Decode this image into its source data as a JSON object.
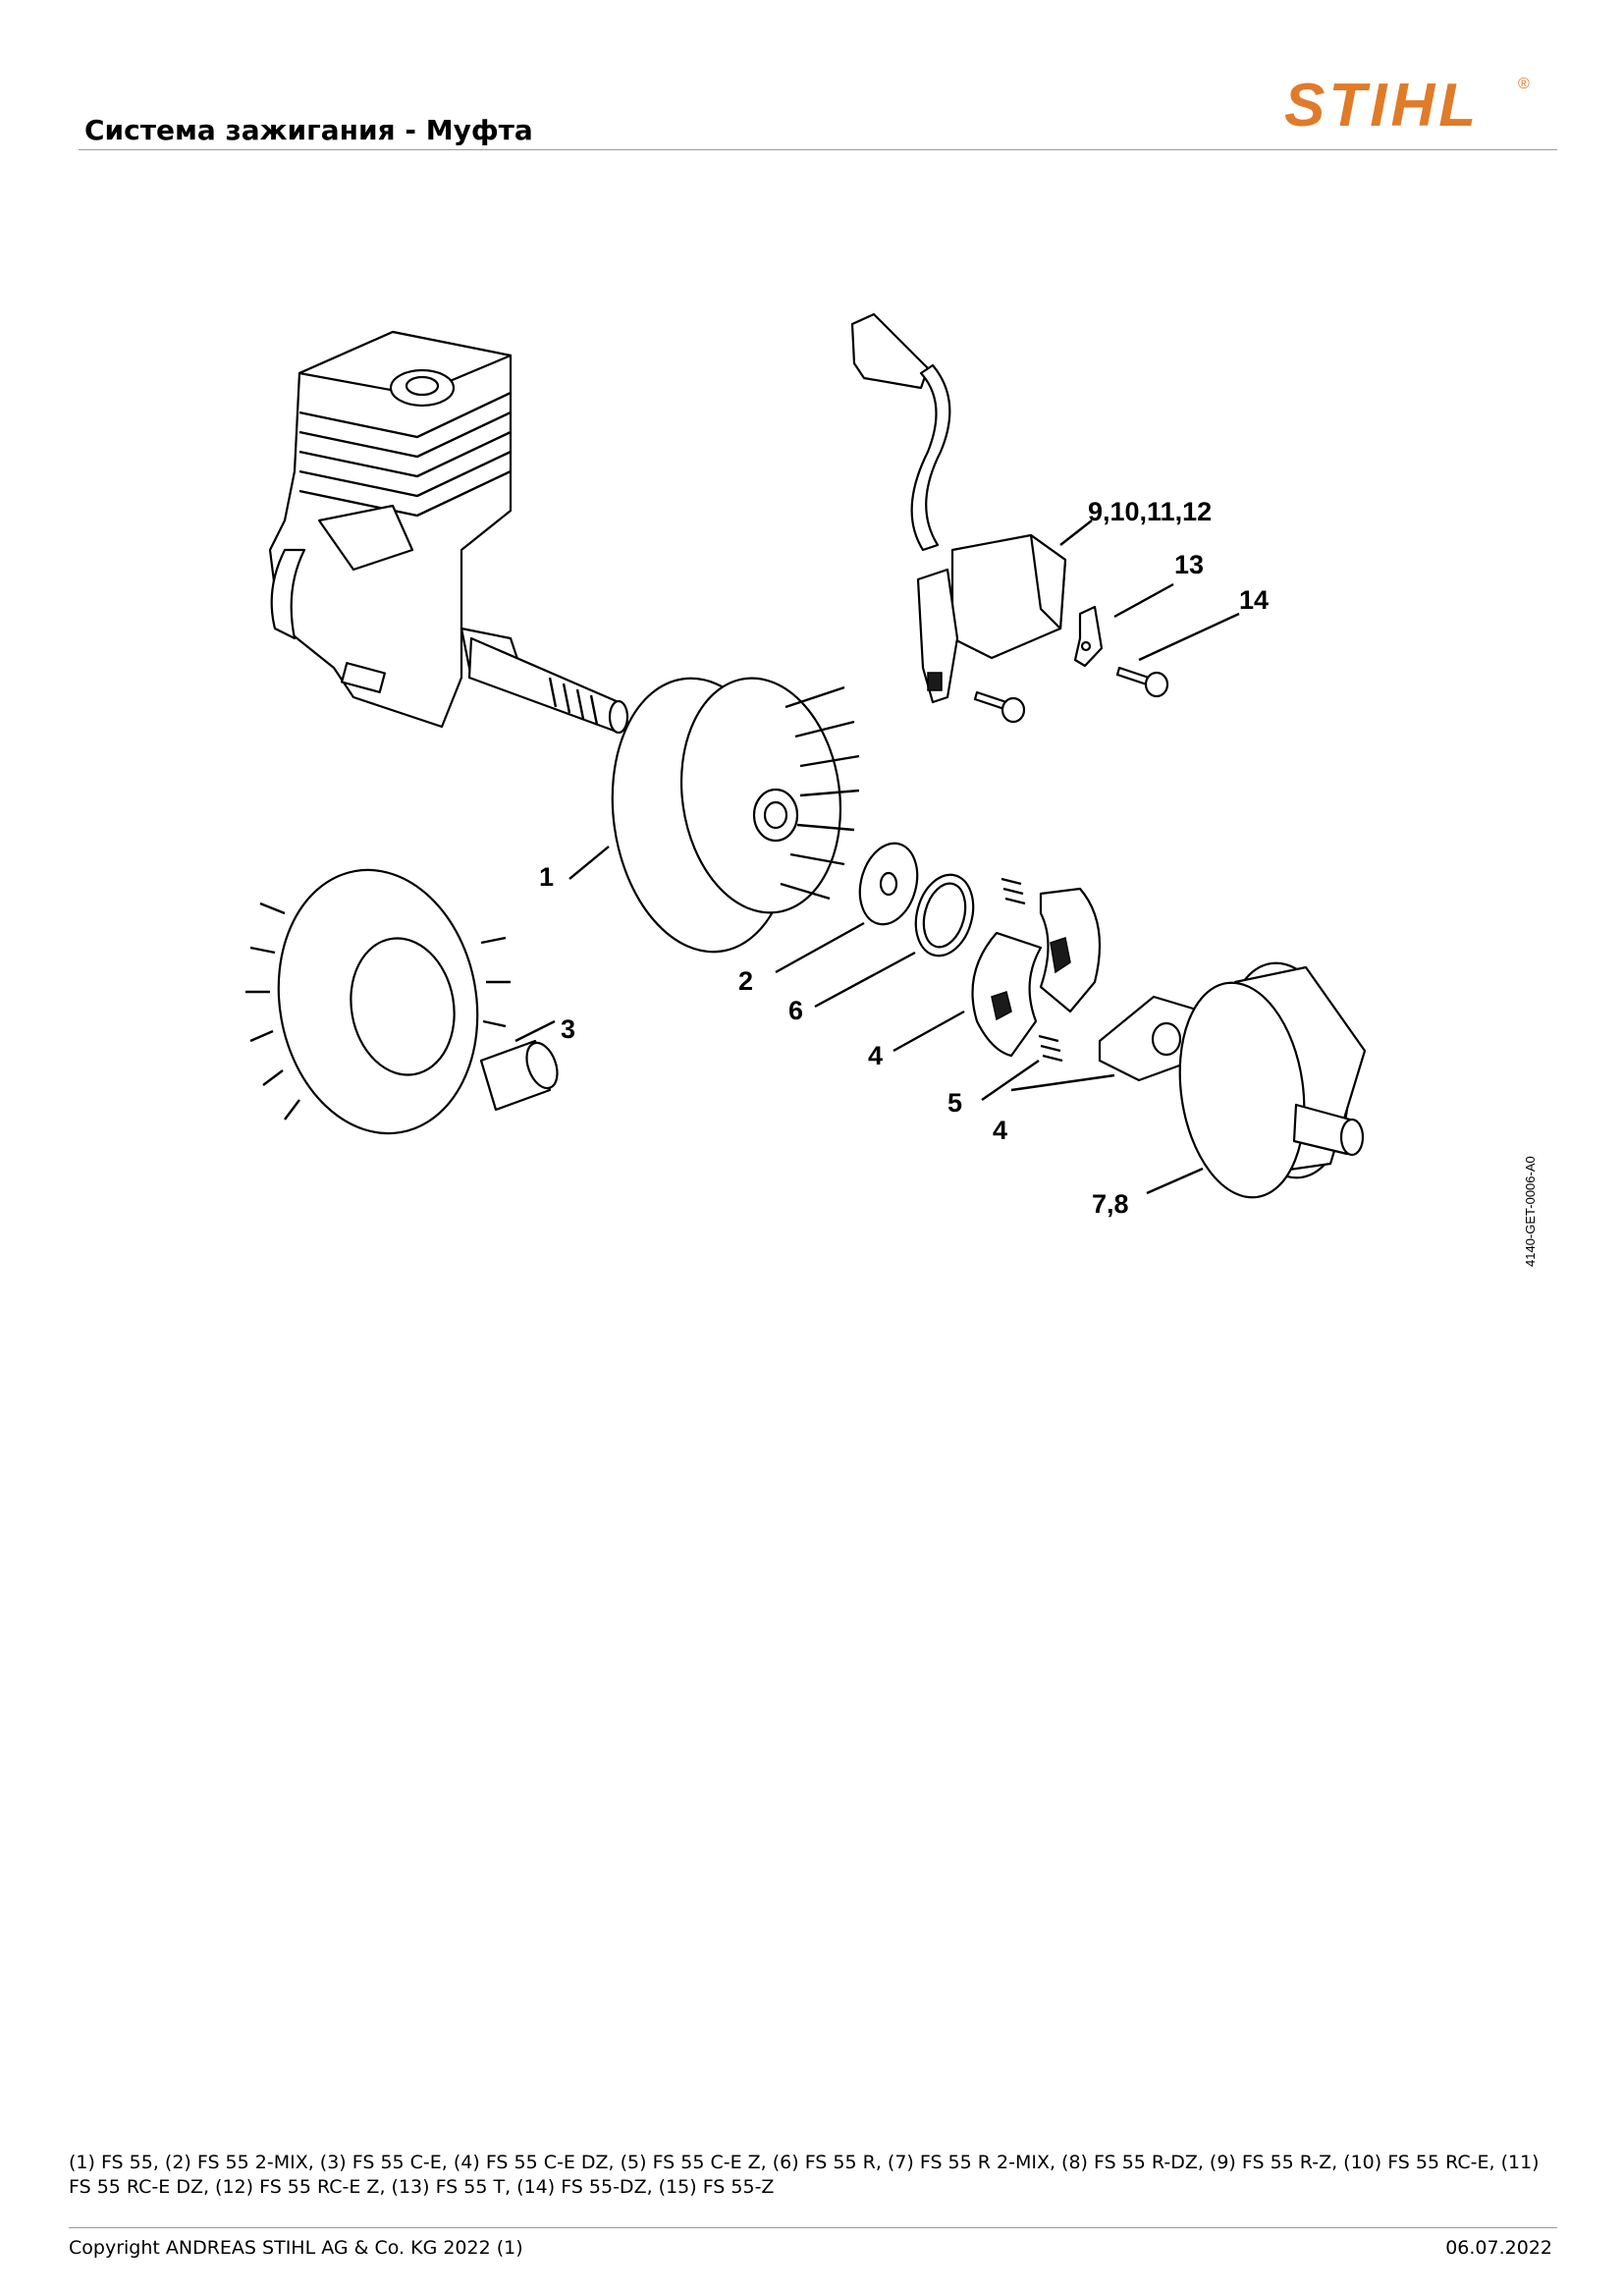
{
  "header": {
    "title": "Система зажигания - Муфта",
    "brand": "STIHL",
    "registered_mark": "®",
    "brand_color": "#e07b29"
  },
  "diagram": {
    "drawing_code": "4140-GET-0006-A0",
    "callouts": [
      {
        "id": "callout-1",
        "label": "1"
      },
      {
        "id": "callout-2",
        "label": "2"
      },
      {
        "id": "callout-3",
        "label": "3"
      },
      {
        "id": "callout-4a",
        "label": "4"
      },
      {
        "id": "callout-4b",
        "label": "4"
      },
      {
        "id": "callout-5",
        "label": "5"
      },
      {
        "id": "callout-6",
        "label": "6"
      },
      {
        "id": "callout-78",
        "label": "7,8"
      },
      {
        "id": "callout-9-12",
        "label": "9,10,11,12"
      },
      {
        "id": "callout-13",
        "label": "13"
      },
      {
        "id": "callout-14",
        "label": "14"
      }
    ]
  },
  "models_text": "(1) FS 55, (2) FS 55 2-MIX, (3) FS 55 C-E, (4) FS 55 C-E DZ, (5) FS 55 C-E Z, (6) FS 55 R, (7) FS 55 R 2-MIX, (8) FS 55 R-DZ, (9) FS 55 R-Z, (10) FS 55 RC-E, (11) FS 55 RC-E DZ, (12) FS 55 RC-E Z, (13) FS 55 T, (14) FS 55-DZ, (15) FS 55-Z",
  "footer": {
    "copyright": "Copyright ANDREAS STIHL AG & Co. KG 2022 (1)",
    "date": "06.07.2022"
  }
}
